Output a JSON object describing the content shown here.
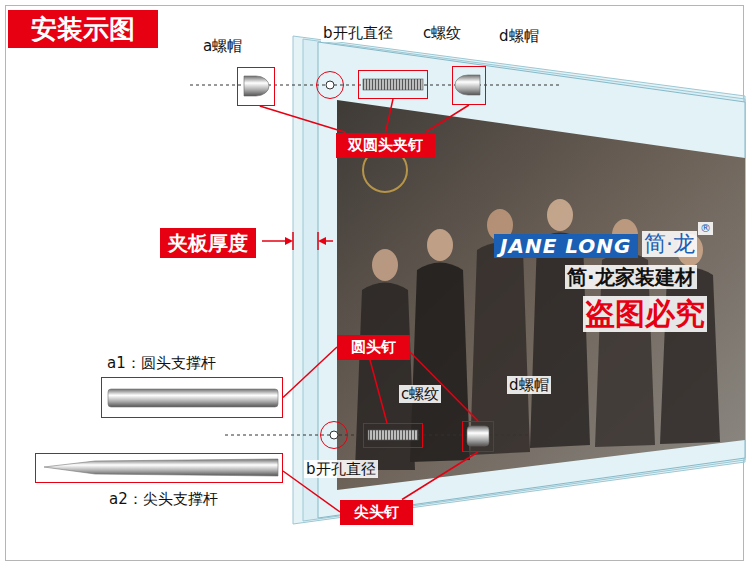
{
  "diagram": {
    "title": "安装示图",
    "nodes": [
      {
        "text": [
          "a螺帽"
        ]
      },
      {
        "text": [
          "b开孔直径"
        ]
      },
      {
        "text": [
          "c螺纹"
        ]
      },
      {
        "text": [
          "d螺帽"
        ]
      },
      {
        "text": [
          "双圆头夹钉"
        ]
      },
      {
        "text": [
          "夹板厚度"
        ]
      },
      {
        "text": [
          "JANE LONG"
        ]
      },
      {
        "text": [
          "圆头钉"
        ]
      },
      {
        "text": [
          "a1：圆头支撑杆"
        ]
      },
      {
        "text": [
          "c螺纹"
        ]
      },
      {
        "text": [
          "d螺帽"
        ]
      },
      {
        "text": [
          "b开孔直径"
        ]
      },
      {
        "text": [
          "a2：尖头支撑杆"
        ]
      },
      {
        "text": [
          "尖头钉"
        ]
      }
    ],
    "edges": [
      {
        "from": 4,
        "to": 0,
        "arrow": "none"
      },
      {
        "from": 4,
        "to": 2,
        "arrow": "none"
      },
      {
        "from": 4,
        "to": 3,
        "arrow": "none"
      },
      {
        "from": 7,
        "to": 8,
        "arrow": "none"
      },
      {
        "from": 7,
        "to": 9,
        "arrow": "none"
      },
      {
        "from": 7,
        "to": 10,
        "arrow": "none"
      },
      {
        "from": 13,
        "to": 12,
        "arrow": "none"
      },
      {
        "from": 13,
        "to": 10,
        "arrow": "none"
      }
    ],
    "labels": [
      "简·龙",
      "®",
      "简·龙家装建材",
      "盗图必究"
    ]
  }
}
